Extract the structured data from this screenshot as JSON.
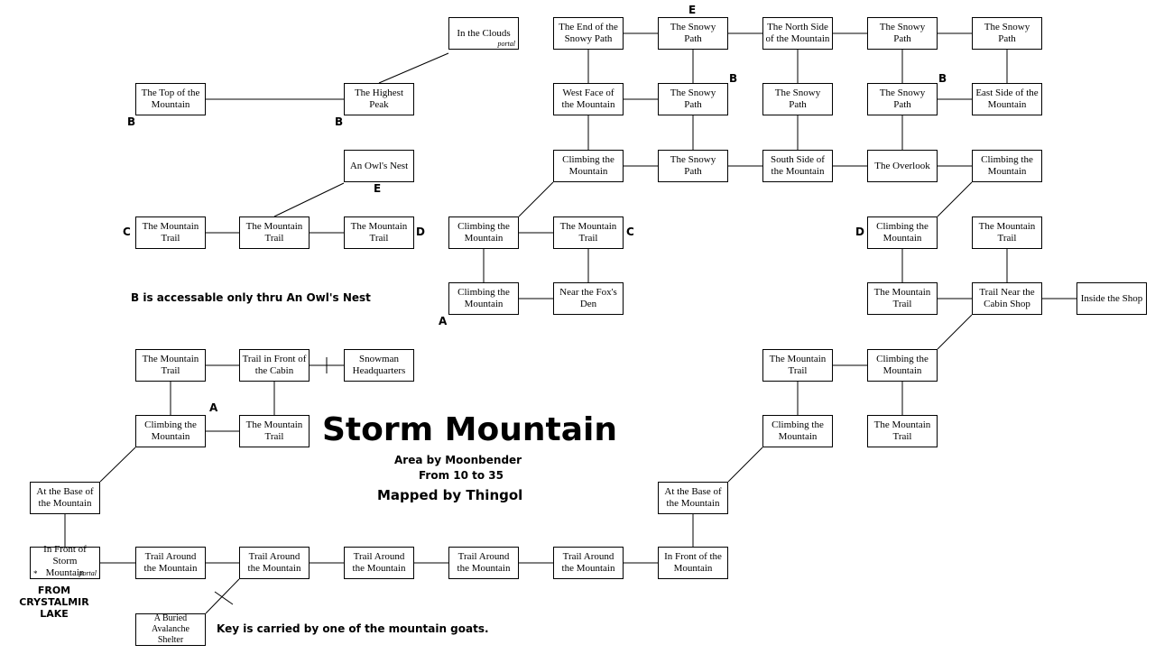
{
  "map": {
    "title": "Storm Mountain",
    "area_credit": "Area by Moonbender",
    "level_range": "From 10 to 35",
    "mapper_credit": "Mapped by Thingol",
    "owl_note": "B is accessable only thru An Owl's Nest",
    "key_note": "Key is carried by one of the mountain goats.",
    "from_label": "FROM CRYSTALMIR LAKE"
  },
  "rooms": [
    {
      "id": "in-the-clouds",
      "label": "In the Clouds",
      "tag": "portal"
    },
    {
      "id": "top-of-mountain",
      "label": "The Top of the Mountain"
    },
    {
      "id": "highest-peak",
      "label": "The Highest Peak"
    },
    {
      "id": "owls-nest",
      "label": "An Owl's Nest"
    },
    {
      "id": "mountain-trail-nw-1",
      "label": "The Mountain Trail"
    },
    {
      "id": "mountain-trail-nw-2",
      "label": "The Mountain Trail"
    },
    {
      "id": "mountain-trail-nw-3",
      "label": "The Mountain Trail"
    },
    {
      "id": "end-of-snowy-path",
      "label": "The End of the Snowy Path"
    },
    {
      "id": "snowy-path-1",
      "label": "The Snowy Path"
    },
    {
      "id": "north-side",
      "label": "The North Side of the Mountain"
    },
    {
      "id": "snowy-path-2",
      "label": "The Snowy Path"
    },
    {
      "id": "snowy-path-3",
      "label": "The Snowy Path"
    },
    {
      "id": "west-face",
      "label": "West Face of the Mountain"
    },
    {
      "id": "snowy-path-4",
      "label": "The Snowy Path"
    },
    {
      "id": "snowy-path-5",
      "label": "The Snowy Path"
    },
    {
      "id": "snowy-path-6",
      "label": "The Snowy Path"
    },
    {
      "id": "east-side",
      "label": "East Side of the Mountain"
    },
    {
      "id": "climbing-1",
      "label": "Climbing the Mountain"
    },
    {
      "id": "snowy-path-7",
      "label": "The Snowy Path"
    },
    {
      "id": "south-side",
      "label": "South Side of the Mountain"
    },
    {
      "id": "overlook",
      "label": "The Overlook"
    },
    {
      "id": "climbing-2",
      "label": "Climbing the Mountain"
    },
    {
      "id": "climbing-3",
      "label": "Climbing the Mountain"
    },
    {
      "id": "mountain-trail-c",
      "label": "The Mountain Trail"
    },
    {
      "id": "climbing-4",
      "label": "Climbing the Mountain"
    },
    {
      "id": "near-foxs-den",
      "label": "Near the Fox's Den"
    },
    {
      "id": "climbing-5",
      "label": "Climbing the Mountain"
    },
    {
      "id": "mountain-trail-e1",
      "label": "The Mountain Trail"
    },
    {
      "id": "mountain-trail-e2",
      "label": "The Mountain Trail"
    },
    {
      "id": "trail-near-cabin-shop",
      "label": "Trail Near the Cabin Shop"
    },
    {
      "id": "inside-shop",
      "label": "Inside the Shop"
    },
    {
      "id": "mountain-trail-w1",
      "label": "The Mountain Trail"
    },
    {
      "id": "trail-front-cabin",
      "label": "Trail in Front of the Cabin"
    },
    {
      "id": "snowman-hq",
      "label": "Snowman Headquarters"
    },
    {
      "id": "climbing-6",
      "label": "Climbing the Mountain"
    },
    {
      "id": "mountain-trail-w2",
      "label": "The Mountain Trail"
    },
    {
      "id": "base-west",
      "label": "At the Base of the Mountain"
    },
    {
      "id": "front-storm-mountain",
      "label": "In Front of Storm Mountain",
      "tag": "portal",
      "star": "*"
    },
    {
      "id": "trail-around-1",
      "label": "Trail Around the Mountain"
    },
    {
      "id": "trail-around-2",
      "label": "Trail Around the Mountain"
    },
    {
      "id": "trail-around-3",
      "label": "Trail Around the Mountain"
    },
    {
      "id": "trail-around-4",
      "label": "Trail Around the Mountain"
    },
    {
      "id": "trail-around-5",
      "label": "Trail Around the Mountain"
    },
    {
      "id": "front-of-mountain-east",
      "label": "In Front of the Mountain"
    },
    {
      "id": "base-east",
      "label": "At the Base of the Mountain"
    },
    {
      "id": "mountain-trail-e3",
      "label": "The Mountain Trail"
    },
    {
      "id": "climbing-7",
      "label": "Climbing the Mountain"
    },
    {
      "id": "climbing-8",
      "label": "Climbing the Mountain"
    },
    {
      "id": "mountain-trail-e4",
      "label": "The Mountain Trail"
    },
    {
      "id": "buried-avalanche-shelter",
      "label": "A Buried Avalanche Shelter"
    }
  ],
  "markers": [
    {
      "id": "b-top",
      "label": "B"
    },
    {
      "id": "b-peak",
      "label": "B"
    },
    {
      "id": "e-owl",
      "label": "E"
    },
    {
      "id": "c-west",
      "label": "C"
    },
    {
      "id": "d-west",
      "label": "D"
    },
    {
      "id": "e-north",
      "label": "E"
    },
    {
      "id": "b-mid",
      "label": "B"
    },
    {
      "id": "b-east",
      "label": "B"
    },
    {
      "id": "c-mid",
      "label": "C"
    },
    {
      "id": "d-east",
      "label": "D"
    },
    {
      "id": "a-fox",
      "label": "A"
    },
    {
      "id": "a-cabin",
      "label": "A"
    }
  ]
}
